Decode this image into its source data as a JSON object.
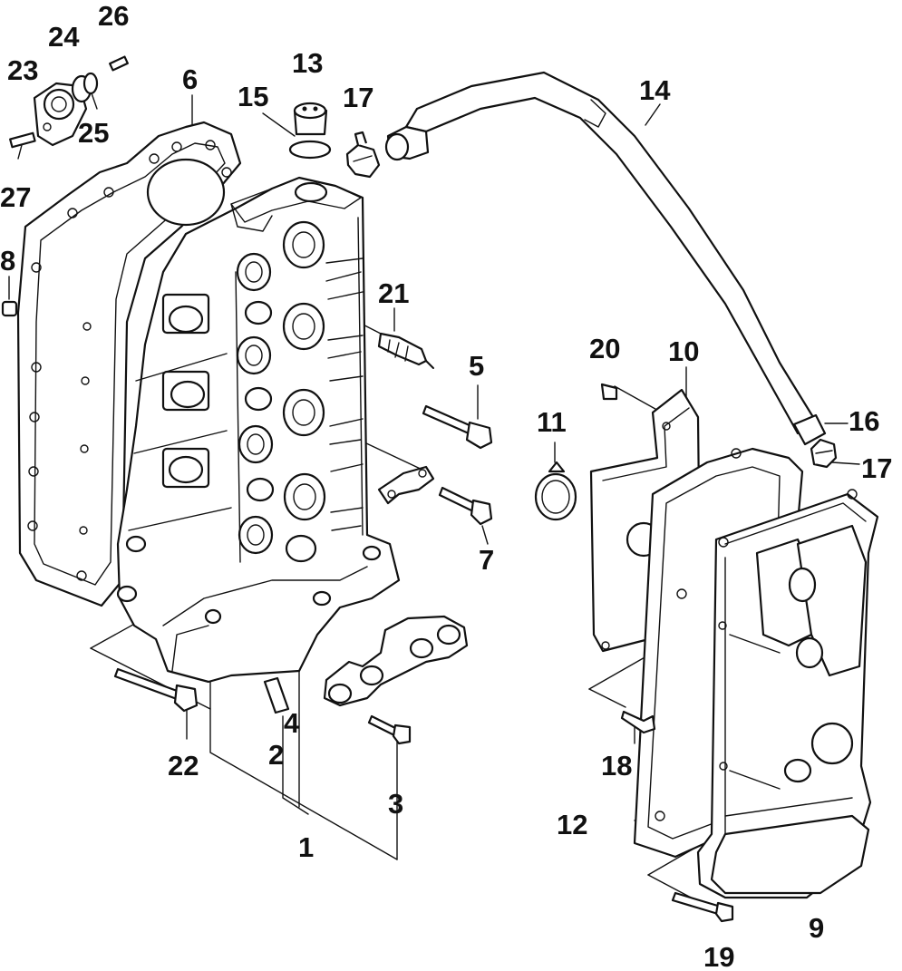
{
  "diagram": {
    "callouts": [
      "1",
      "2",
      "3",
      "4",
      "5",
      "6",
      "7",
      "8",
      "9",
      "10",
      "11",
      "12",
      "13",
      "14",
      "15",
      "16",
      "17",
      "17",
      "18",
      "19",
      "20",
      "21",
      "22",
      "23",
      "24",
      "25",
      "26",
      "27"
    ]
  }
}
